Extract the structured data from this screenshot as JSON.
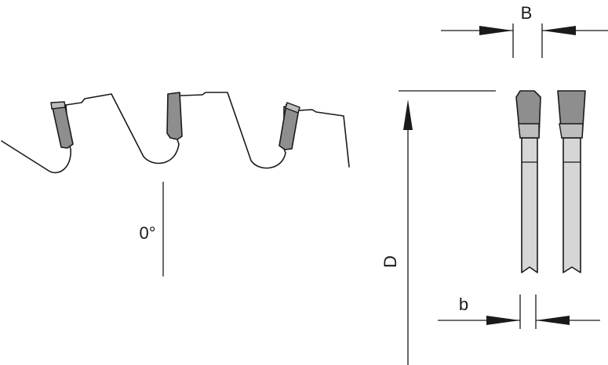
{
  "labels": {
    "hook_angle": "0°",
    "diameter": "D",
    "tooth_width": "B",
    "body_thickness": "b"
  },
  "colors": {
    "line": "#1a1a1a",
    "carbide_tip": "#8e8e8e",
    "blade_body": "#d6d6d6"
  }
}
